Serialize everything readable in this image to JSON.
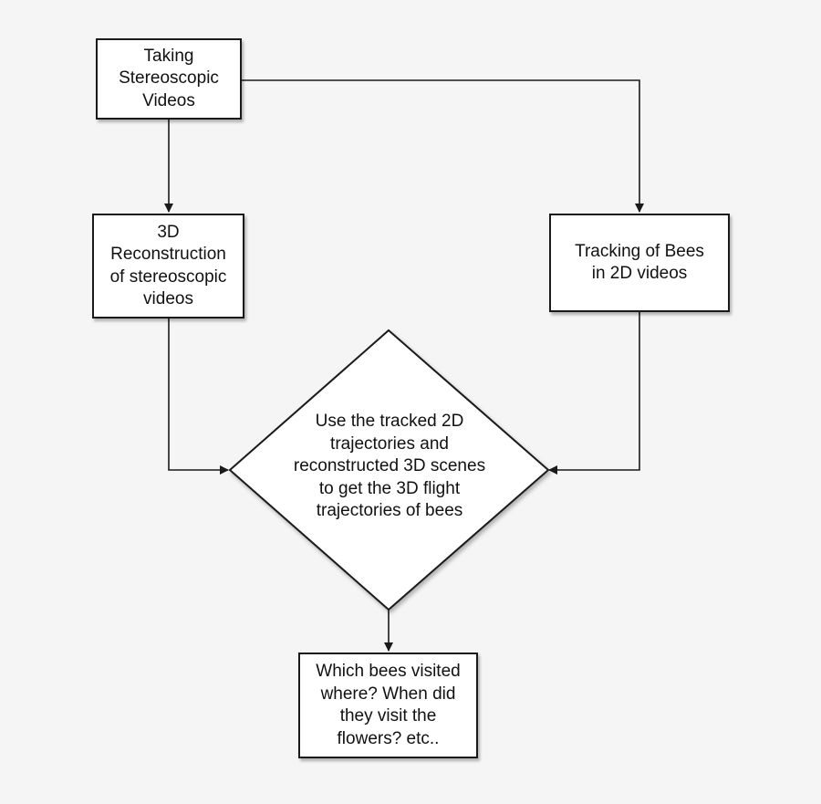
{
  "diagram": {
    "nodes": {
      "taking_videos": "Taking\nStereoscopic\nVideos",
      "reconstruction": "3D\nReconstruction\nof stereoscopic\nvideos",
      "tracking": "Tracking of Bees\nin 2D videos",
      "decision": "Use the tracked 2D\ntrajectories and\nreconstructed 3D scenes\nto get the 3D flight\ntrajectories of bees",
      "result": "Which bees visited\nwhere? When did\nthey visit the\nflowers? etc.."
    },
    "colors": {
      "background": "#f5f5f5",
      "node_fill": "#ffffff",
      "stroke": "#1a1a1a"
    }
  }
}
